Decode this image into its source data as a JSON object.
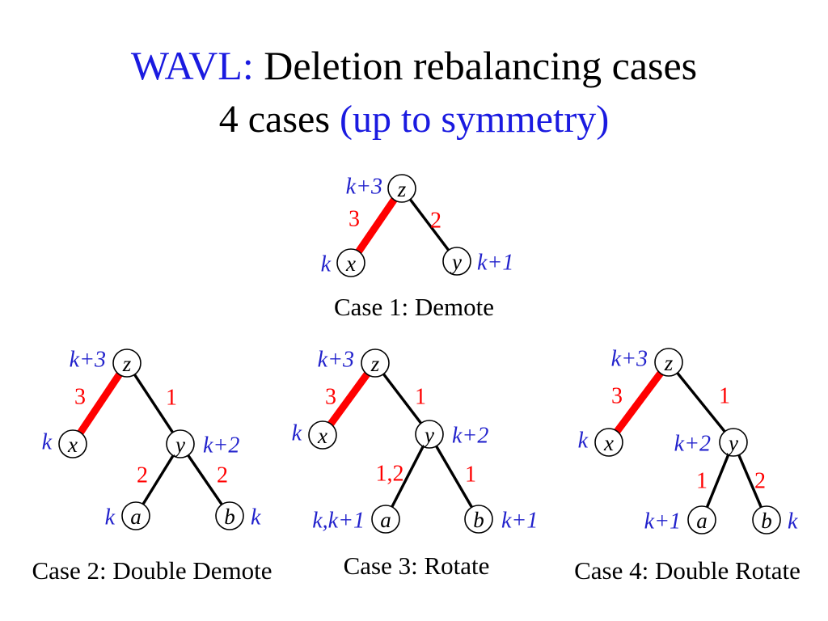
{
  "title": {
    "line1_blue": "WAVL:",
    "line1_black": " Deletion rebalancing cases",
    "line2_black": "4 cases ",
    "line2_blue": "(up to symmetry)"
  },
  "colors": {
    "title_accent": "#1a1ae0",
    "rank_label": "#2222cc",
    "rank_diff": "#ff0000",
    "demoted_edge": "#ff0000",
    "normal_edge": "#000000",
    "node_fill": "#ffffff",
    "node_stroke": "#000000",
    "text": "#000000"
  },
  "cases": [
    {
      "id": "case1",
      "caption": "Case 1: Demote",
      "nodes": [
        {
          "key": "z",
          "label": "z",
          "rank": "k+3",
          "rank_side": "left"
        },
        {
          "key": "x",
          "label": "x",
          "rank": "k",
          "rank_side": "left"
        },
        {
          "key": "y",
          "label": "y",
          "rank": "k+1",
          "rank_side": "right"
        }
      ],
      "edges": [
        {
          "from": "z",
          "to": "x",
          "diff": "3",
          "style": "red"
        },
        {
          "from": "z",
          "to": "y",
          "diff": "2",
          "style": "black"
        }
      ]
    },
    {
      "id": "case2",
      "caption": "Case 2: Double Demote",
      "nodes": [
        {
          "key": "z",
          "label": "z",
          "rank": "k+3",
          "rank_side": "left"
        },
        {
          "key": "x",
          "label": "x",
          "rank": "k",
          "rank_side": "left"
        },
        {
          "key": "y",
          "label": "y",
          "rank": "k+2",
          "rank_side": "right"
        },
        {
          "key": "a",
          "label": "a",
          "rank": "k",
          "rank_side": "left"
        },
        {
          "key": "b",
          "label": "b",
          "rank": "k",
          "rank_side": "right"
        }
      ],
      "edges": [
        {
          "from": "z",
          "to": "x",
          "diff": "3",
          "style": "red"
        },
        {
          "from": "z",
          "to": "y",
          "diff": "1",
          "style": "black"
        },
        {
          "from": "y",
          "to": "a",
          "diff": "2",
          "style": "black"
        },
        {
          "from": "y",
          "to": "b",
          "diff": "2",
          "style": "black"
        }
      ]
    },
    {
      "id": "case3",
      "caption": "Case 3: Rotate",
      "nodes": [
        {
          "key": "z",
          "label": "z",
          "rank": "k+3",
          "rank_side": "left"
        },
        {
          "key": "x",
          "label": "x",
          "rank": "k",
          "rank_side": "left"
        },
        {
          "key": "y",
          "label": "y",
          "rank": "k+2",
          "rank_side": "right"
        },
        {
          "key": "a",
          "label": "a",
          "rank": "k,k+1",
          "rank_side": "left"
        },
        {
          "key": "b",
          "label": "b",
          "rank": "k+1",
          "rank_side": "right"
        }
      ],
      "edges": [
        {
          "from": "z",
          "to": "x",
          "diff": "3",
          "style": "red"
        },
        {
          "from": "z",
          "to": "y",
          "diff": "1",
          "style": "black"
        },
        {
          "from": "y",
          "to": "a",
          "diff": "1,2",
          "style": "black"
        },
        {
          "from": "y",
          "to": "b",
          "diff": "1",
          "style": "black"
        }
      ]
    },
    {
      "id": "case4",
      "caption": "Case 4: Double Rotate",
      "nodes": [
        {
          "key": "z",
          "label": "z",
          "rank": "k+3",
          "rank_side": "left"
        },
        {
          "key": "x",
          "label": "x",
          "rank": "k",
          "rank_side": "left"
        },
        {
          "key": "y",
          "label": "y",
          "rank": "k+2",
          "rank_side": "left"
        },
        {
          "key": "a",
          "label": "a",
          "rank": "k+1",
          "rank_side": "left"
        },
        {
          "key": "b",
          "label": "b",
          "rank": "k",
          "rank_side": "right"
        }
      ],
      "edges": [
        {
          "from": "z",
          "to": "x",
          "diff": "3",
          "style": "red"
        },
        {
          "from": "z",
          "to": "y",
          "diff": "1",
          "style": "black"
        },
        {
          "from": "y",
          "to": "a",
          "diff": "1",
          "style": "black"
        },
        {
          "from": "y",
          "to": "b",
          "diff": "2",
          "style": "black"
        }
      ]
    }
  ]
}
